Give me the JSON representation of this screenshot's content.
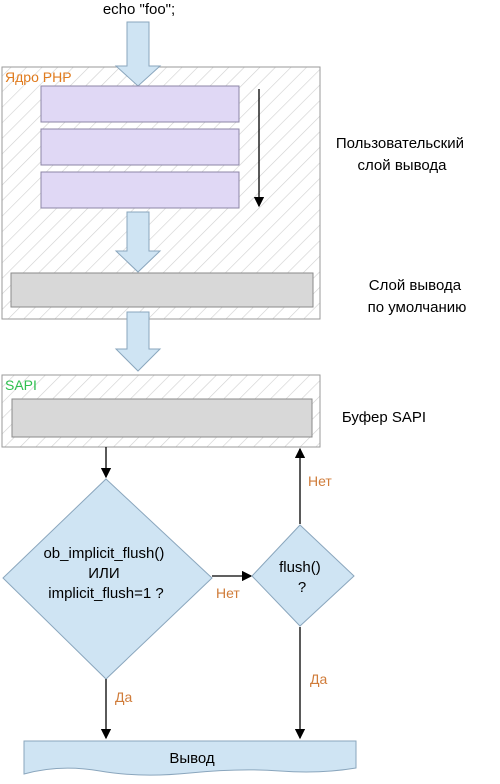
{
  "code_label": "echo \"foo\";",
  "php_core": {
    "title": "Ядро PHP",
    "user_layer_label": [
      "Пользовательский",
      "слой вывода"
    ],
    "default_layer_label": [
      "Слой вывода",
      "по умолчанию"
    ]
  },
  "sapi": {
    "title": "SAPI",
    "buffer_label": "Буфер SAPI"
  },
  "decision_main": {
    "lines": [
      "ob_implicit_flush()",
      "ИЛИ",
      "implicit_flush=1 ?"
    ]
  },
  "decision_flush": {
    "lines": [
      "flush()",
      "?"
    ]
  },
  "edge_labels": {
    "main_no": "Нет",
    "main_yes": "Да",
    "flush_no": "Нет",
    "flush_yes": "Да"
  },
  "output_label": "Вывод",
  "colors": {
    "php_title": "#e07b1e",
    "sapi_title": "#2fbf4f",
    "edge_label": "#d07c3a",
    "arrow_fill": "#cfe4f3",
    "diamond_fill": "#cfe4f3",
    "buffer_fill": "#e0d8f5",
    "default_layer_fill": "#d8d8d8"
  }
}
